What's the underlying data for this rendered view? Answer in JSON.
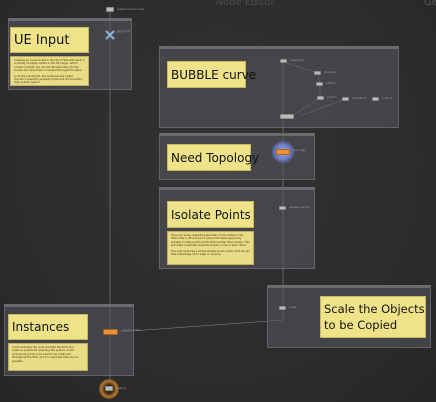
{
  "watermark": "Node Editor",
  "corner": "Ge",
  "top_node_label": "load/houdini.node",
  "sticky_titles": {
    "ue_input": "UE Input",
    "bubble": "BUBBLE curve",
    "topology": "Need Topology",
    "isolate": "Isolate Points",
    "instances": "Instances",
    "scale": "Scale the Objects to be Copied"
  },
  "notes": {
    "ue_input": [
      "Creating an input socket in Houdini's HDA will result in a variety of inputs visible in the UE plugin, which comes in handy. You can let UE automate into the curves and have them connected through the setup.",
      "In all the mentioned, the instances are called Houdini's powerful geometry tools and it's incredibly high quality system."
    ],
    "isolate": [
      "Then you some unwanted geometry to be visible in the HDA's like in UE and you'll notice that these geometry actually contains extra points that overlap other points. This will make unwanted duplicate points on top of each other.",
      "The new node has a simple Isolate points option that we can take advantage of for keep or remove."
    ],
    "instances": [
      "In this example the node will take the Point and Instance system for adopting the system. It will connect all points to be used to be instanced throughout the HDA, but it's important that you it's possible."
    ]
  },
  "node_labels": {
    "ue_input_node": "UE_input",
    "resample": "resample",
    "polywire": "polywire",
    "attribs": "attribs",
    "switch": "switch",
    "output_node": "output",
    "transform": "transform",
    "topology_node": "topology",
    "isolate_node": "isolate_points",
    "instances_node": "copytopoints",
    "scale_node": "scale",
    "output_final": "output"
  }
}
